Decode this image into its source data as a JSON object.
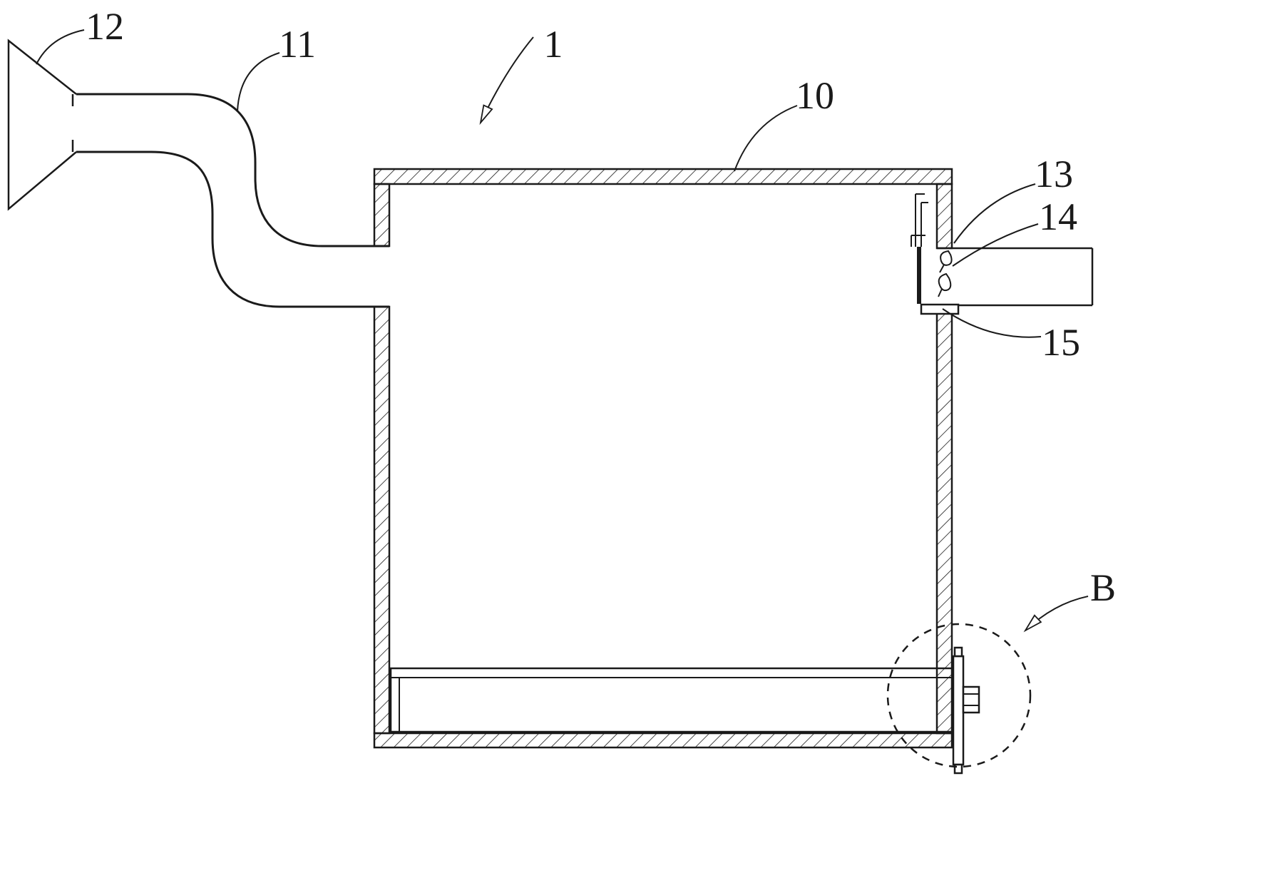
{
  "figure": {
    "kind": "patent-line-drawing",
    "background": "#ffffff",
    "line_color": "#1a1a1a",
    "labels": {
      "part12": "12",
      "part11": "11",
      "part1": "1",
      "part10": "10",
      "part13": "13",
      "part14": "14",
      "part15": "15",
      "detailB": "B"
    }
  }
}
